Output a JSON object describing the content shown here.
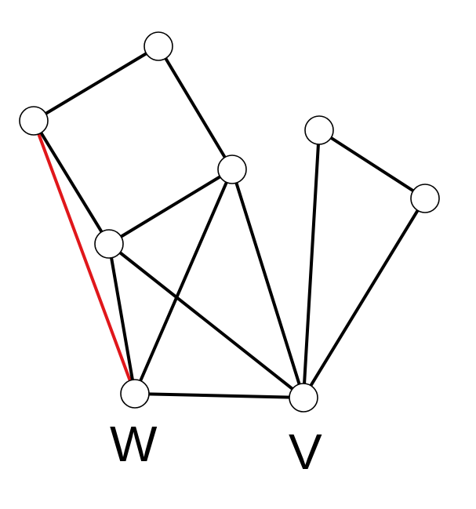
{
  "graph": {
    "nodes": [
      {
        "id": "n1",
        "label": ""
      },
      {
        "id": "n2",
        "label": ""
      },
      {
        "id": "n3",
        "label": ""
      },
      {
        "id": "n4",
        "label": ""
      },
      {
        "id": "w",
        "label": "W"
      },
      {
        "id": "v",
        "label": "V"
      },
      {
        "id": "n7",
        "label": ""
      },
      {
        "id": "n8",
        "label": ""
      }
    ],
    "edges": [
      {
        "from": "n1",
        "to": "n2",
        "highlight": false
      },
      {
        "from": "n2",
        "to": "n3",
        "highlight": false
      },
      {
        "from": "n1",
        "to": "n4",
        "highlight": false
      },
      {
        "from": "n1",
        "to": "w",
        "highlight": true
      },
      {
        "from": "n4",
        "to": "n3",
        "highlight": false
      },
      {
        "from": "n4",
        "to": "w",
        "highlight": false
      },
      {
        "from": "n4",
        "to": "v",
        "highlight": false
      },
      {
        "from": "n3",
        "to": "w",
        "highlight": false
      },
      {
        "from": "n3",
        "to": "v",
        "highlight": false
      },
      {
        "from": "w",
        "to": "v",
        "highlight": false
      },
      {
        "from": "n7",
        "to": "v",
        "highlight": false
      },
      {
        "from": "n7",
        "to": "n8",
        "highlight": false
      },
      {
        "from": "n8",
        "to": "v",
        "highlight": false
      }
    ],
    "colors": {
      "edge": "#000000",
      "highlight_edge": "#e0171b",
      "node_fill": "#ffffff",
      "node_stroke": "#000000"
    }
  }
}
